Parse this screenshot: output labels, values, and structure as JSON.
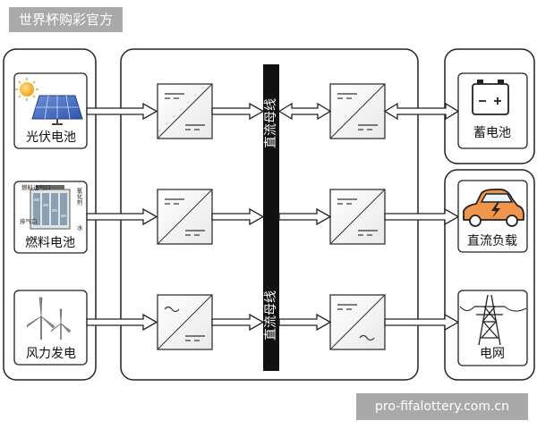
{
  "watermark_top": "世界杯购彩官方",
  "watermark_bottom": "pro-fifalottery.com.cn",
  "sources": {
    "pv": "光伏电池",
    "fuel_cell": "燃料电池",
    "wind": "风力发电"
  },
  "fuel_cell_labels": {
    "fuel_in": "燃料进气口",
    "fuel_out": "排气口",
    "oxidant": "氧化剂",
    "water": "水"
  },
  "dc_bus_label": "直流母线",
  "loads": {
    "battery": "蓄电池",
    "dc_load": "直流负载",
    "grid": "电网"
  }
}
